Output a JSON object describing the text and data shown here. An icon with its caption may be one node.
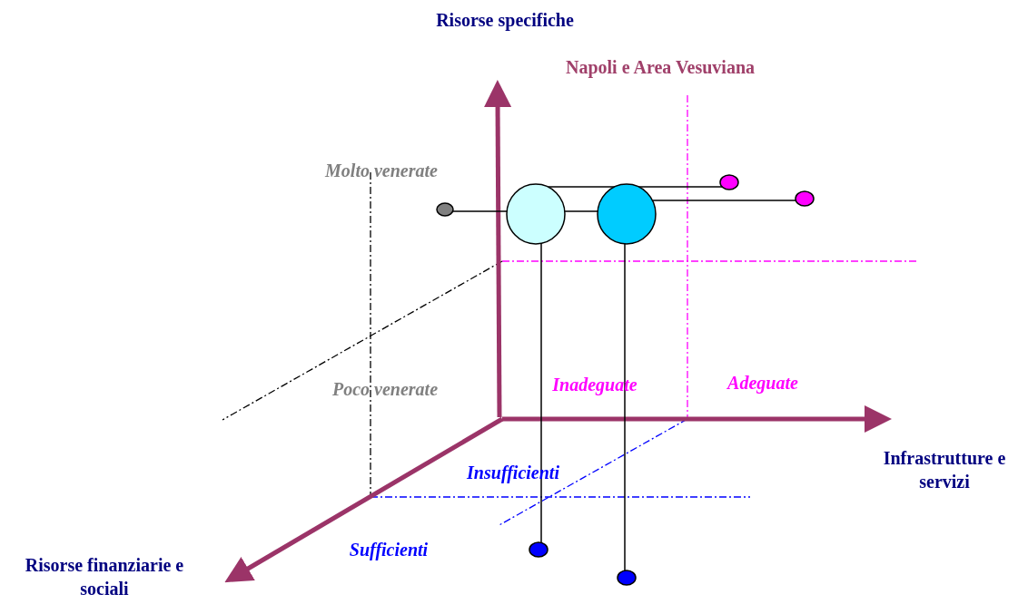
{
  "diagram": {
    "nodes": [
      {
        "text": [],
        "shape": "circle"
      },
      {
        "text": [],
        "shape": "circle"
      },
      {
        "text": [],
        "shape": "circle"
      },
      {
        "text": [],
        "shape": "circle"
      },
      {
        "text": [],
        "shape": "circle"
      },
      {
        "text": [],
        "shape": "circle"
      },
      {
        "text": [],
        "shape": "circle"
      }
    ],
    "edges": [
      {
        "from": 0,
        "to": 1,
        "arrow": "none"
      },
      {
        "from": 1,
        "to": 2,
        "arrow": "none"
      },
      {
        "from": 1,
        "to": 3,
        "arrow": "none"
      },
      {
        "from": 2,
        "to": 4,
        "arrow": "none"
      },
      {
        "from": 1,
        "to": 5,
        "arrow": "none"
      },
      {
        "from": 2,
        "to": 6,
        "arrow": "none"
      }
    ],
    "labels": [
      "Risorse specifiche",
      "Napoli e Area Vesuviana",
      "Molto venerate",
      "Poco venerate",
      "Inadeguate",
      "Adeguate",
      "Infrastrutture e servizi",
      "Insufficienti",
      "Sufficienti",
      "Risorse finanziarie e sociali"
    ]
  }
}
